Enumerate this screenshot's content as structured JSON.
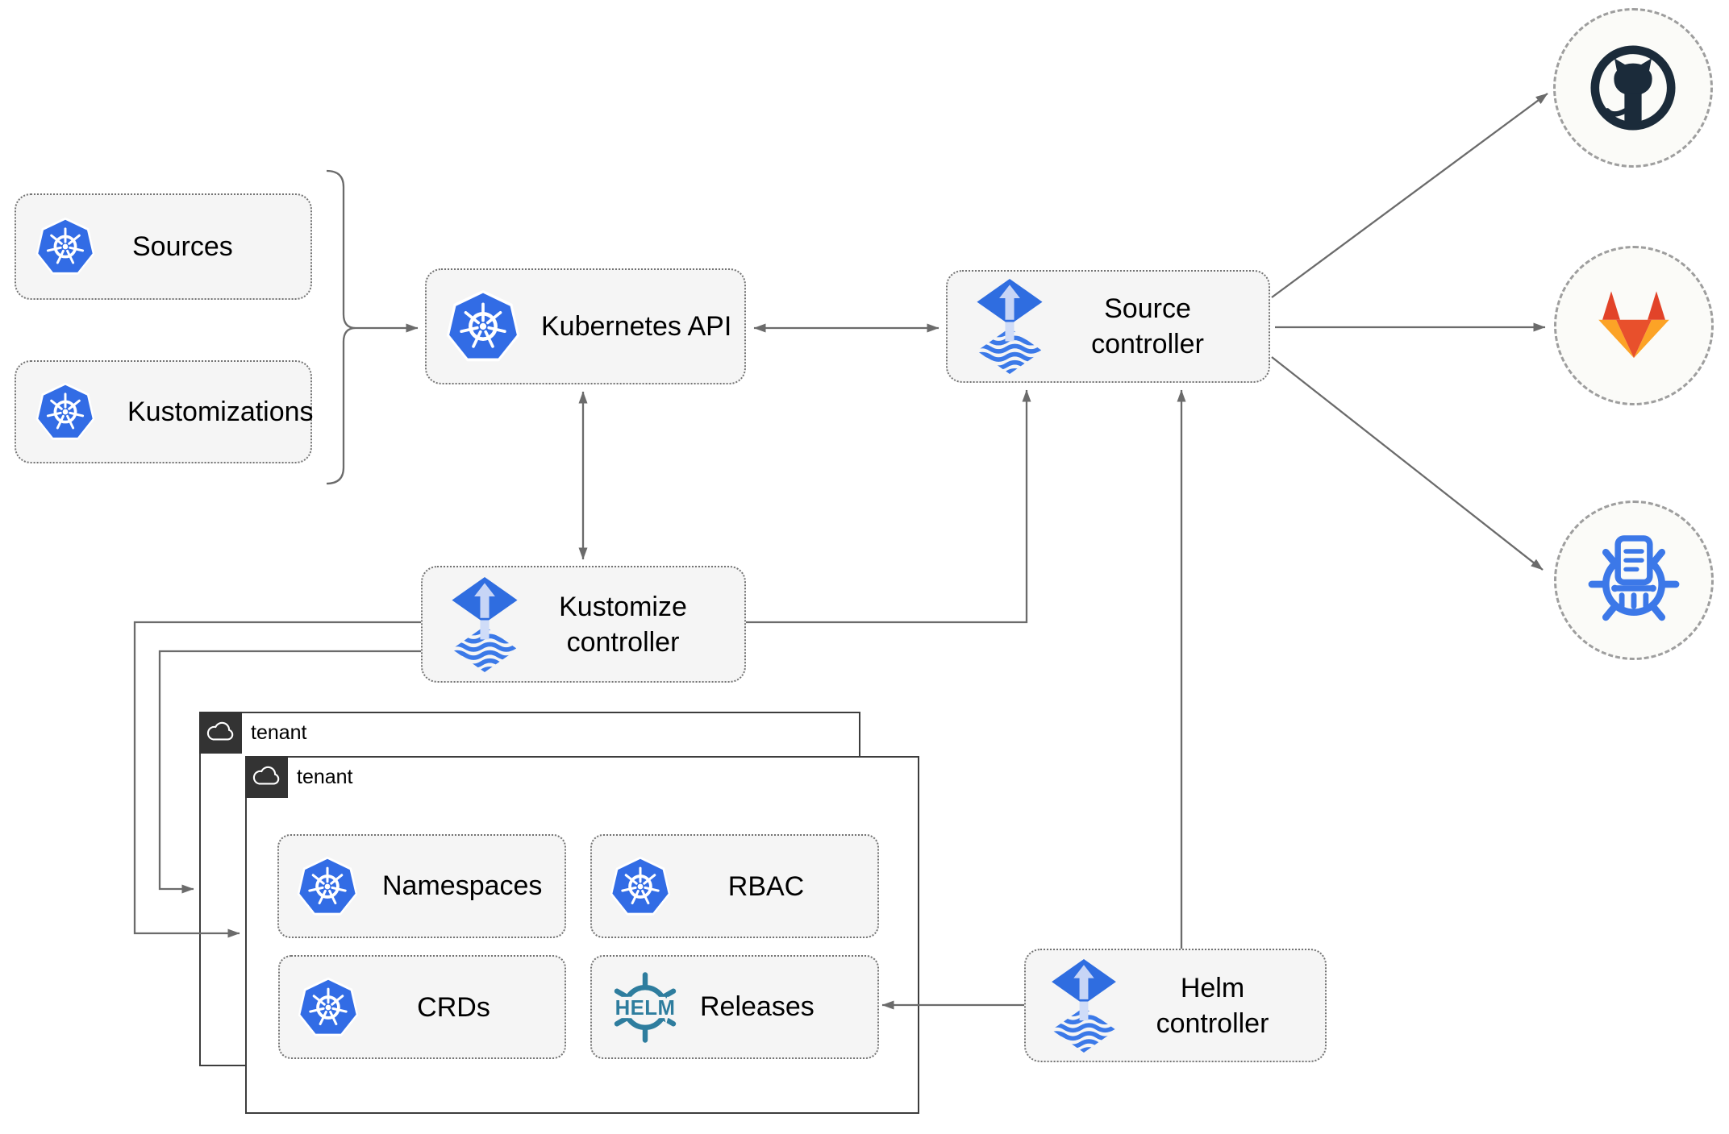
{
  "diagram": {
    "nodes": {
      "sources": {
        "label": "Sources",
        "icon": "kubernetes-icon"
      },
      "kustomizations": {
        "label": "Kustomizations",
        "icon": "kubernetes-icon"
      },
      "kubernetes_api": {
        "label": "Kubernetes API",
        "icon": "kubernetes-icon"
      },
      "source_controller": {
        "line1": "Source",
        "line2": "controller",
        "icon": "flux-icon"
      },
      "kustomize_controller": {
        "line1": "Kustomize",
        "line2": "controller",
        "icon": "flux-icon"
      },
      "helm_controller": {
        "line1": "Helm",
        "line2": "controller",
        "icon": "flux-icon"
      },
      "namespaces": {
        "label": "Namespaces",
        "icon": "kubernetes-icon"
      },
      "rbac": {
        "label": "RBAC",
        "icon": "kubernetes-icon"
      },
      "crds": {
        "label": "CRDs",
        "icon": "kubernetes-icon"
      },
      "releases": {
        "label": "Releases",
        "icon": "helm-icon"
      }
    },
    "tenants": {
      "back": {
        "label": "tenant",
        "icon": "cloud-icon"
      },
      "front": {
        "label": "tenant",
        "icon": "cloud-icon"
      }
    },
    "helm_logo_text": "HELM",
    "external_targets": [
      {
        "name": "github",
        "icon": "github-icon"
      },
      {
        "name": "gitlab",
        "icon": "gitlab-icon"
      },
      {
        "name": "container-registry",
        "icon": "registry-icon"
      }
    ],
    "connections": [
      {
        "from": "sources+kustomizations",
        "to": "kubernetes-api",
        "style": "brace-arrow"
      },
      {
        "from": "kubernetes-api",
        "to": "source-controller",
        "style": "double-arrow"
      },
      {
        "from": "kubernetes-api",
        "to": "kustomize-controller",
        "style": "double-arrow"
      },
      {
        "from": "kustomize-controller",
        "to": "source-controller",
        "style": "arrow"
      },
      {
        "from": "helm-controller",
        "to": "source-controller",
        "style": "arrow"
      },
      {
        "from": "helm-controller",
        "to": "releases",
        "style": "arrow"
      },
      {
        "from": "kustomize-controller",
        "to": "tenant-back",
        "style": "arrow"
      },
      {
        "from": "kustomize-controller",
        "to": "tenant-front",
        "style": "arrow"
      },
      {
        "from": "source-controller",
        "to": "github",
        "style": "arrow"
      },
      {
        "from": "source-controller",
        "to": "gitlab",
        "style": "arrow"
      },
      {
        "from": "source-controller",
        "to": "container-registry",
        "style": "arrow"
      }
    ],
    "colors": {
      "line": "#6b6b6b",
      "box_fill": "#f5f5f5",
      "box_border": "#737373",
      "tenant_border": "#3d3d3d",
      "tenant_tab_bg": "#333333",
      "kubernetes_blue": "#326ce5",
      "flux_blue": "#2f6de0",
      "flux_arrow_light": "#c7d5f6",
      "flux_stripe_blue": "#3b79e8",
      "helm_teal": "#2e7d9e",
      "github_dark": "#1b2b3a",
      "gitlab_red": "#e24329",
      "gitlab_light_orange": "#fca326",
      "registry_blue": "#3c78e8"
    }
  }
}
